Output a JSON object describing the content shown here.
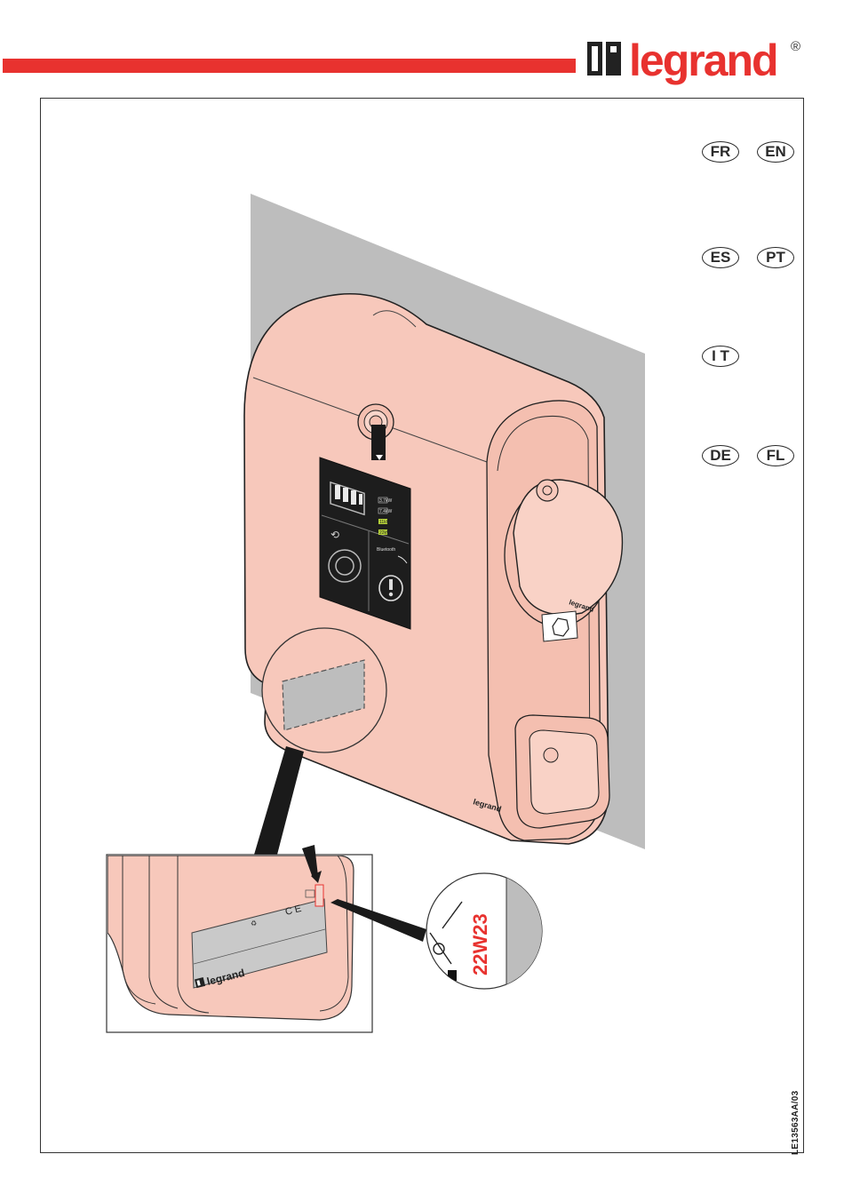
{
  "brand": {
    "name": "legrand",
    "registered": "®",
    "color": "#e8322f"
  },
  "languages": [
    "FR",
    "EN",
    "ES",
    "PT",
    "I T",
    "DE",
    "FL"
  ],
  "device": {
    "case_logo": "legrand",
    "socket_logo": "legrand",
    "indicator_labels": [
      "3.7kW",
      "7.4kW",
      "11kW",
      "22kW"
    ],
    "bluetooth_label": "Bluetooth"
  },
  "label_detail": {
    "brand": "legrand",
    "ce_mark": "C E"
  },
  "date_code": "22W23",
  "doc_ref": "LE13563AA/03",
  "colors": {
    "accent": "#e8322f",
    "device_body": "#f7c8bb",
    "wall": "#bdbdbd",
    "panel": "#1d1d1d"
  }
}
